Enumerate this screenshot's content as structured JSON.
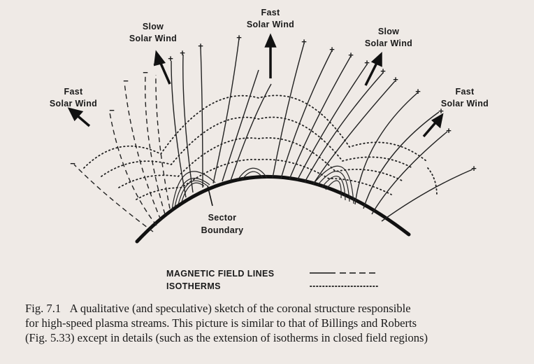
{
  "wind_labels": [
    {
      "line1": "Fast",
      "line2": "Solar Wind"
    },
    {
      "line1": "Slow",
      "line2": "Solar Wind"
    },
    {
      "line1": "Fast",
      "line2": "Solar Wind"
    },
    {
      "line1": "Slow",
      "line2": "Solar Wind"
    },
    {
      "line1": "Fast",
      "line2": "Solar Wind"
    }
  ],
  "sector_label": {
    "line1": "Sector",
    "line2": "Boundary"
  },
  "polarity": {
    "plus": "+",
    "minus": "−"
  },
  "legend": {
    "field_lines": "MAGNETIC FIELD LINES",
    "isotherms": "ISOTHERMS"
  },
  "caption": {
    "fig_no": "Fig. 7.1",
    "lines": [
      "A qualitative (and speculative) sketch of the coronal structure responsible",
      "for high-speed plasma streams. This picture is similar to that of Billings and Roberts",
      "(Fig. 5.33) except in details (such as the extension of isotherms in closed field regions)"
    ]
  }
}
